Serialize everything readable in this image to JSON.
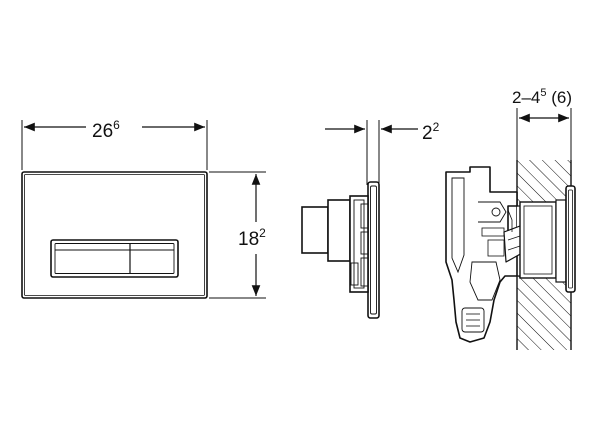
{
  "dimensions": {
    "plate_width": {
      "main": "26",
      "sup": "6"
    },
    "plate_height": {
      "main": "18",
      "sup": "2"
    },
    "plate_depth": {
      "main": "2",
      "sup": "2"
    },
    "wall_range": {
      "prefix": "2–4",
      "sup": "5",
      "suffix": " (6)"
    }
  },
  "colors": {
    "line": "#111111",
    "background": "#ffffff"
  }
}
